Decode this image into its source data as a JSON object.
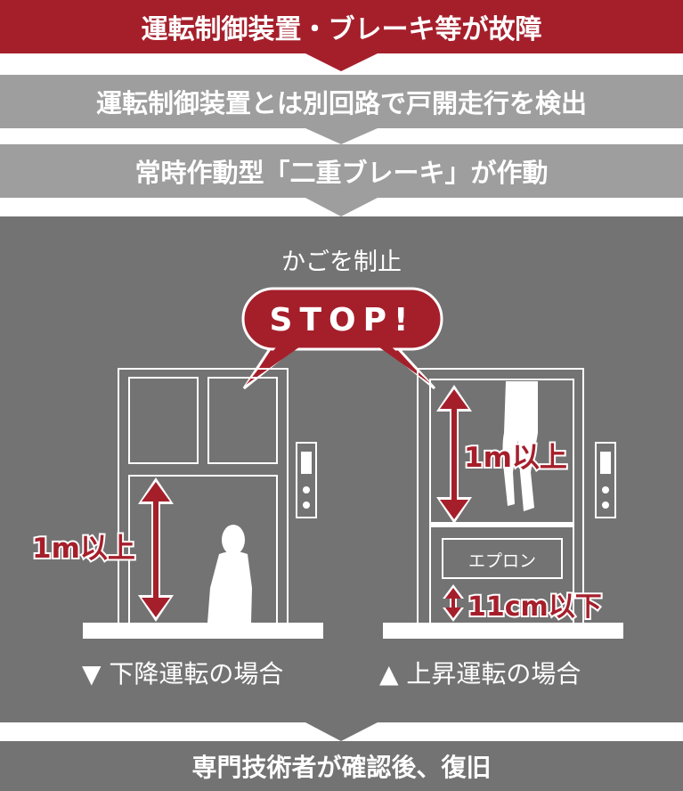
{
  "flow": {
    "step1": "運転制御装置・ブレーキ等が故障",
    "step2": "運転制御装置とは別回路で戸開走行を検出",
    "step3": "常時作動型「二重ブレーキ」が作動",
    "final": "専門技術者が確認後、復旧"
  },
  "main": {
    "caption": "かごを制止",
    "stop": "STOP!"
  },
  "left_case": {
    "measure": "1m以上",
    "label": "▼ 下降運転の場合"
  },
  "right_case": {
    "measure": "1m以上",
    "apron": "エプロン",
    "gap": "11cm以下",
    "label": "▲ 上昇運転の場合"
  },
  "colors": {
    "red": "#a51f2b",
    "light_gray": "#9e9e9e",
    "dark_gray": "#737373",
    "white": "#ffffff"
  }
}
